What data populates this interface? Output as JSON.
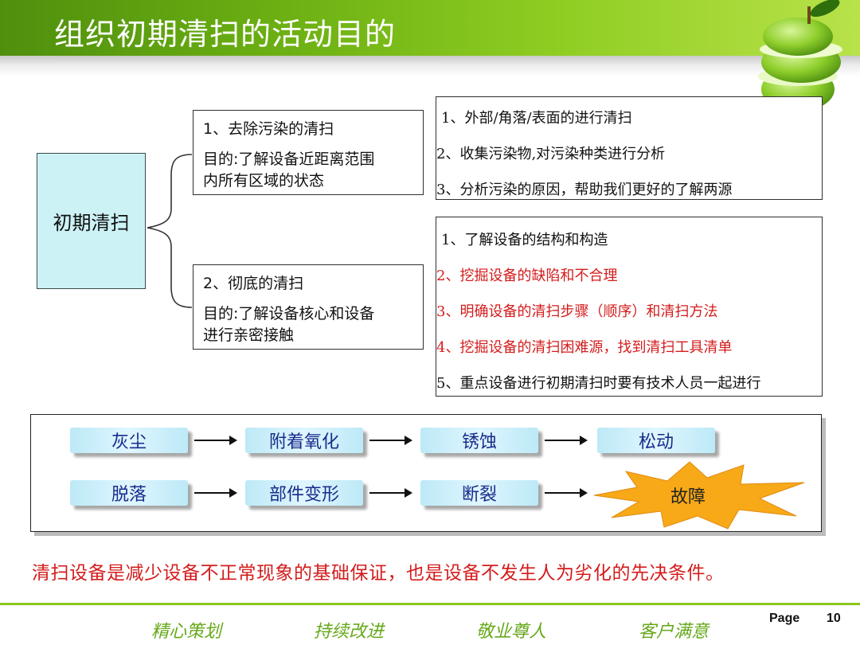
{
  "header": {
    "title": "组织初期清扫的活动目的"
  },
  "root": {
    "label": "初期清扫"
  },
  "branch1": {
    "heading": "1、去除污染的清扫",
    "purpose_l1": "目的:了解设备近距离范围",
    "purpose_l2": "内所有区域的状态"
  },
  "branch2": {
    "heading": "2、彻底的清扫",
    "purpose_l1": "目的:了解设备核心和设备",
    "purpose_l2": "进行亲密接触"
  },
  "detail1": {
    "items": [
      "1、外部/角落/表面的进行清扫",
      "2、收集污染物,对污染种类进行分析",
      "3、分析污染的原因，帮助我们更好的了解两源"
    ]
  },
  "detail2": {
    "items": [
      "1、了解设备的结构和构造",
      "2、挖掘设备的缺陷和不合理",
      "3、明确设备的清扫步骤（顺序）和清扫方法",
      "4、挖掘设备的清扫困难源，找到清扫工具清单",
      "5、重点设备进行初期清扫时要有技术人员一起进行"
    ]
  },
  "flow": {
    "row1": [
      "灰尘",
      "附着氧化",
      "锈蚀",
      "松动"
    ],
    "row2": [
      "脱落",
      "部件变形",
      "断裂"
    ],
    "final": "故障"
  },
  "note": "清扫设备是减少设备不正常现象的基础保证，也是设备不发生人为劣化的先决条件。",
  "footer": {
    "slogans": [
      "精心策划",
      "持续改进",
      "敬业尊人",
      "客户满意"
    ],
    "page_label": "Page",
    "page_number": "10"
  },
  "colors": {
    "red_text": "#d41c1c",
    "pill_text": "#1a2b8a",
    "header_green": "#69ad12",
    "burst": "#f7a918"
  },
  "icons": {
    "apple": "green-apple-icon"
  }
}
